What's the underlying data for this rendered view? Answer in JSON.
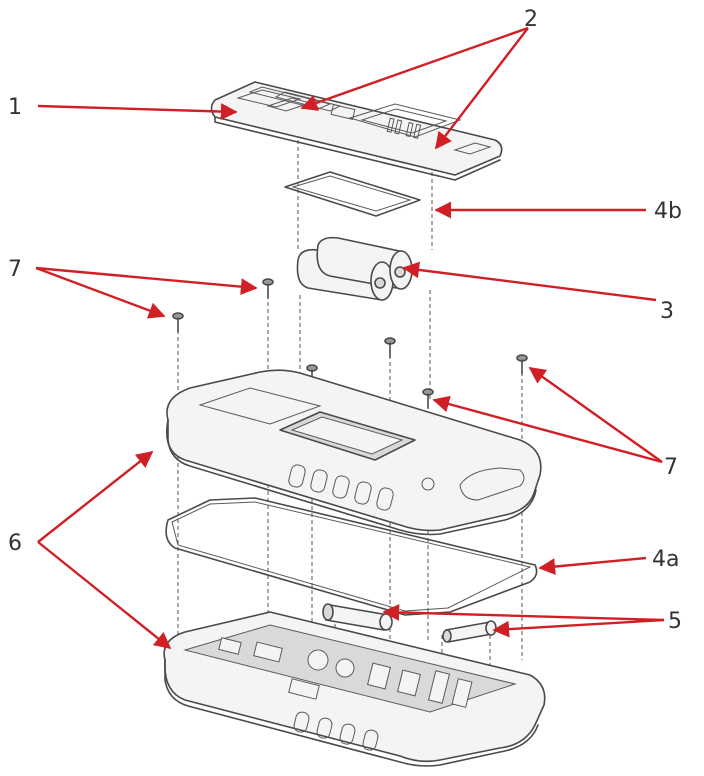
{
  "diagram": {
    "colors": {
      "arrow": "#d11f26",
      "line": "#4a4a4a",
      "text": "#333333"
    },
    "callouts": {
      "c1": "1",
      "c2": "2",
      "c3": "3",
      "c4a": "4a",
      "c4b": "4b",
      "c5": "5",
      "c6": "6",
      "c7_left": "7",
      "c7_right": "7"
    }
  }
}
